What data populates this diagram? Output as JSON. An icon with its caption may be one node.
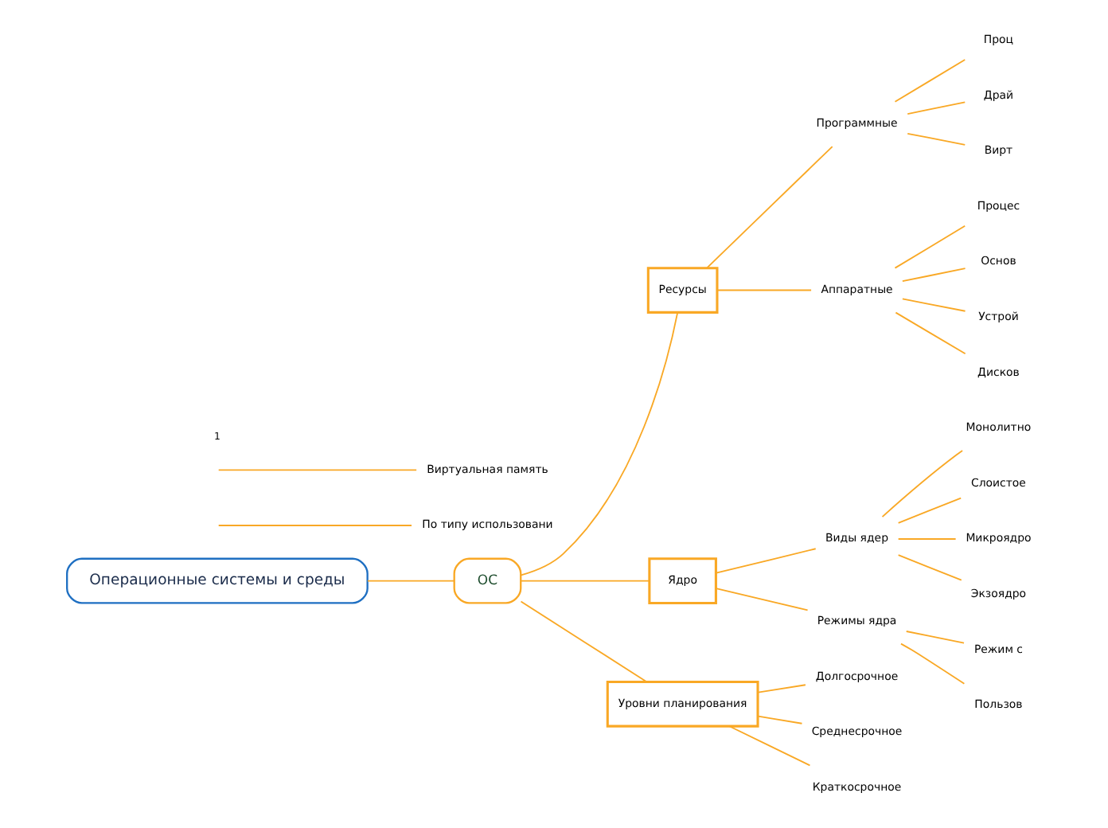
{
  "diagram": {
    "nodes": [
      {
        "text": [
          "Операционные системы и среды"
        ]
      },
      {
        "text": [
          "ОС"
        ]
      },
      {
        "text": [
          "По типу использовани"
        ]
      },
      {
        "text": [
          "Ресурсы"
        ]
      },
      {
        "text": [
          "Программные"
        ]
      },
      {
        "text": [
          "Проц"
        ]
      },
      {
        "text": [
          "Драй"
        ]
      },
      {
        "text": [
          "Вирт"
        ]
      },
      {
        "text": [
          "Аппаратные"
        ]
      },
      {
        "text": [
          "Процес"
        ]
      },
      {
        "text": [
          "Основ"
        ]
      },
      {
        "text": [
          "Устрой"
        ]
      },
      {
        "text": [
          "Дисков"
        ]
      },
      {
        "text": [
          "Ядро"
        ]
      },
      {
        "text": [
          "Виды ядер"
        ]
      },
      {
        "text": [
          "Монолитно"
        ]
      },
      {
        "text": [
          "Слоистое"
        ]
      },
      {
        "text": [
          "Микроядро"
        ]
      },
      {
        "text": [
          "Экзоядро"
        ]
      },
      {
        "text": [
          "Режимы ядра"
        ]
      },
      {
        "text": [
          "Режим с"
        ]
      },
      {
        "text": [
          "Пользов"
        ]
      },
      {
        "text": [
          "Уровни планирования"
        ]
      },
      {
        "text": [
          "Долгосрочное"
        ]
      },
      {
        "text": [
          "Среднесрочное"
        ]
      },
      {
        "text": [
          "Краткосрочное"
        ]
      },
      {
        "text": [
          "Виртуальная память"
        ]
      }
    ],
    "edges": [
      {
        "from": 0,
        "to": 1,
        "arrow": "none"
      },
      {
        "from": null,
        "to": 2,
        "arrow": "none"
      },
      {
        "from": 1,
        "to": 3,
        "arrow": "none"
      },
      {
        "from": 3,
        "to": 4,
        "arrow": "none"
      },
      {
        "from": 4,
        "to": 5,
        "arrow": "none"
      },
      {
        "from": 4,
        "to": 6,
        "arrow": "none"
      },
      {
        "from": 4,
        "to": 7,
        "arrow": "none"
      },
      {
        "from": 3,
        "to": 8,
        "arrow": "none"
      },
      {
        "from": 8,
        "to": 9,
        "arrow": "none"
      },
      {
        "from": 8,
        "to": 10,
        "arrow": "none"
      },
      {
        "from": 8,
        "to": 11,
        "arrow": "none"
      },
      {
        "from": 8,
        "to": 12,
        "arrow": "none"
      },
      {
        "from": 1,
        "to": 13,
        "arrow": "none"
      },
      {
        "from": 13,
        "to": 14,
        "arrow": "none"
      },
      {
        "from": 14,
        "to": 15,
        "arrow": "none"
      },
      {
        "from": 14,
        "to": 16,
        "arrow": "none"
      },
      {
        "from": 14,
        "to": 17,
        "arrow": "none"
      },
      {
        "from": 14,
        "to": 18,
        "arrow": "none"
      },
      {
        "from": 13,
        "to": 19,
        "arrow": "none"
      },
      {
        "from": 19,
        "to": 20,
        "arrow": "none"
      },
      {
        "from": 19,
        "to": 21,
        "arrow": "none"
      },
      {
        "from": 1,
        "to": 22,
        "arrow": "none"
      },
      {
        "from": 22,
        "to": 23,
        "arrow": "none"
      },
      {
        "from": 22,
        "to": 24,
        "arrow": "none"
      },
      {
        "from": 22,
        "to": 25,
        "arrow": "none"
      },
      {
        "from": null,
        "to": 26,
        "arrow": "none"
      }
    ],
    "labels": [
      "1"
    ]
  }
}
